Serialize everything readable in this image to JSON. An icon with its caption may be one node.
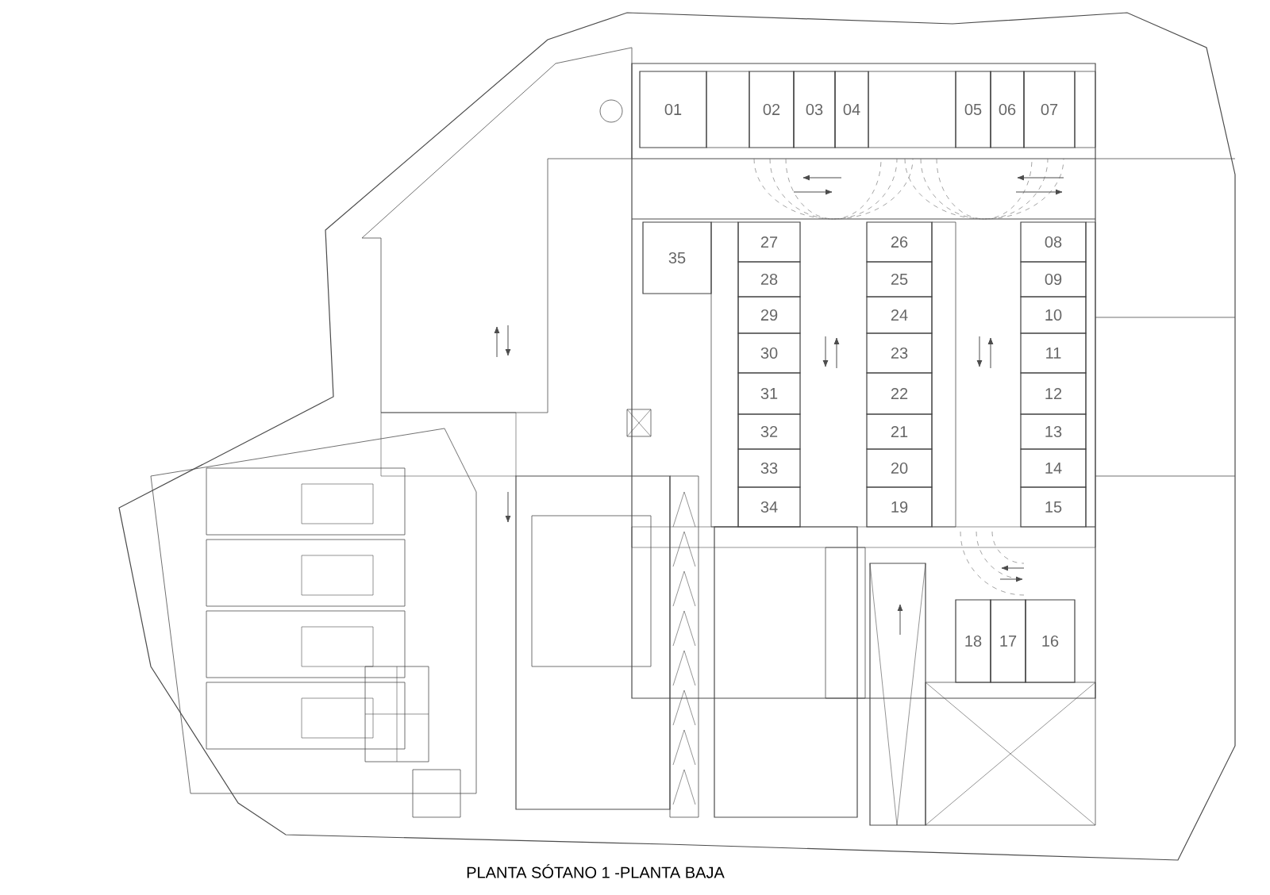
{
  "diagram": {
    "caption": "PLANTA SÓTANO 1 -PLANTA BAJA",
    "nodes": [
      {
        "text": [
          "01"
        ]
      },
      {
        "text": [
          "02"
        ]
      },
      {
        "text": [
          "03"
        ]
      },
      {
        "text": [
          "04"
        ]
      },
      {
        "text": [
          "05"
        ]
      },
      {
        "text": [
          "06"
        ]
      },
      {
        "text": [
          "07"
        ]
      },
      {
        "text": [
          "35"
        ]
      },
      {
        "text": [
          "27"
        ]
      },
      {
        "text": [
          "26"
        ]
      },
      {
        "text": [
          "08"
        ]
      },
      {
        "text": [
          "28"
        ]
      },
      {
        "text": [
          "25"
        ]
      },
      {
        "text": [
          "09"
        ]
      },
      {
        "text": [
          "29"
        ]
      },
      {
        "text": [
          "24"
        ]
      },
      {
        "text": [
          "10"
        ]
      },
      {
        "text": [
          "30"
        ]
      },
      {
        "text": [
          "23"
        ]
      },
      {
        "text": [
          "11"
        ]
      },
      {
        "text": [
          "31"
        ]
      },
      {
        "text": [
          "22"
        ]
      },
      {
        "text": [
          "12"
        ]
      },
      {
        "text": [
          "32"
        ]
      },
      {
        "text": [
          "21"
        ]
      },
      {
        "text": [
          "13"
        ]
      },
      {
        "text": [
          "33"
        ]
      },
      {
        "text": [
          "20"
        ]
      },
      {
        "text": [
          "14"
        ]
      },
      {
        "text": [
          "34"
        ]
      },
      {
        "text": [
          "19"
        ]
      },
      {
        "text": [
          "15"
        ]
      },
      {
        "text": [
          "18"
        ]
      },
      {
        "text": [
          "17"
        ]
      },
      {
        "text": [
          "16"
        ]
      }
    ]
  }
}
